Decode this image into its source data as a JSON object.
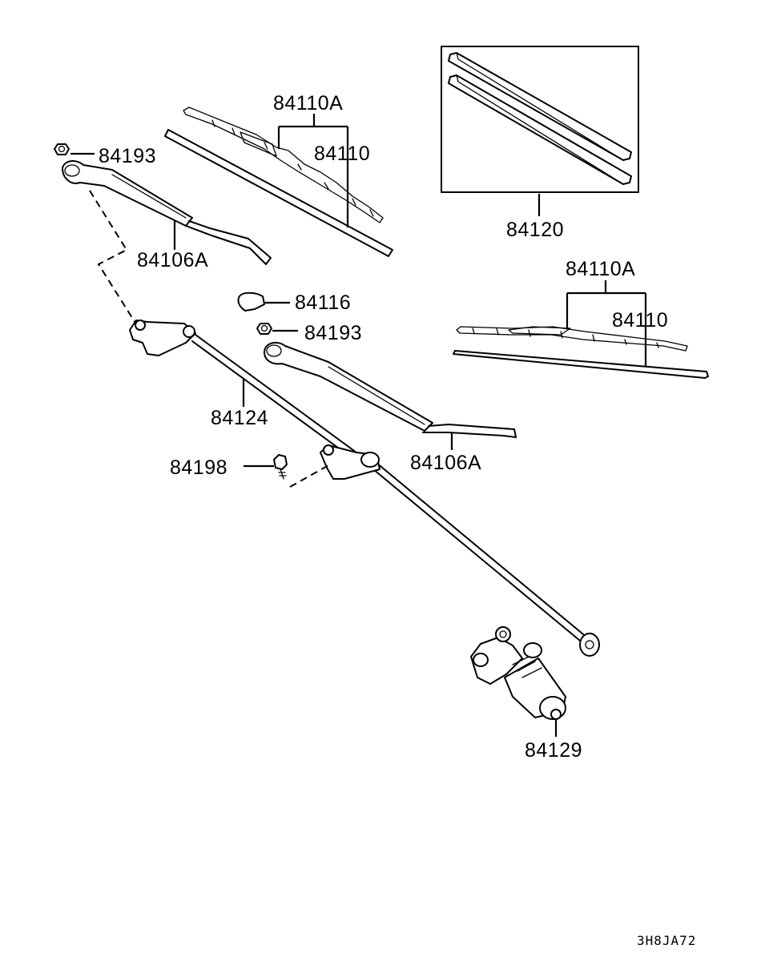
{
  "labels": {
    "blade_assy_top": "84110A",
    "blade_top": "84110",
    "nut_top": "84193",
    "arm_left": "84106A",
    "refill_set": "84120",
    "blade_assy_right": "84110A",
    "blade_right": "84110",
    "cap": "84116",
    "nut_mid": "84193",
    "link_rod": "84124",
    "arm_right": "84106A",
    "bolt": "84198",
    "motor": "84129"
  },
  "drawing_code": "3H8JA72"
}
